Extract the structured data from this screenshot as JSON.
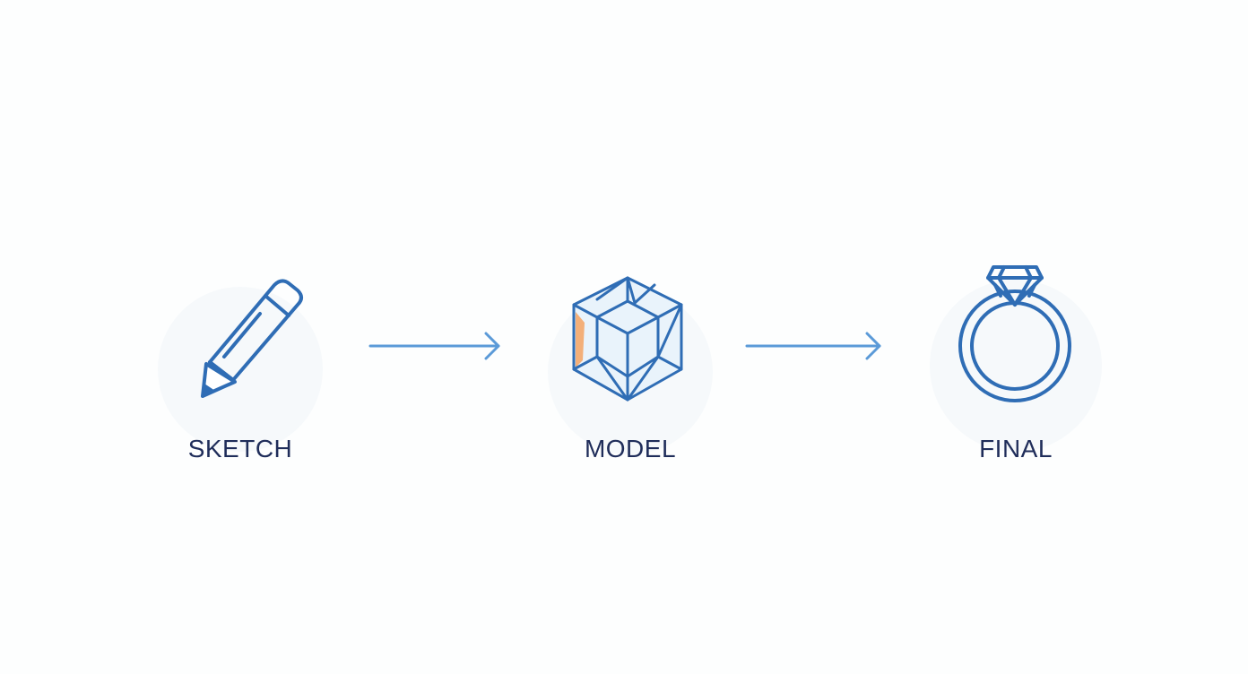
{
  "diagram": {
    "steps": [
      {
        "label": "SKETCH",
        "icon": "pencil-icon"
      },
      {
        "label": "MODEL",
        "icon": "wireframe-gem-icon"
      },
      {
        "label": "FINAL",
        "icon": "diamond-ring-icon"
      }
    ],
    "colors": {
      "stroke": "#2f6db5",
      "arrow": "#5b9ad8",
      "label": "#1f2d5a",
      "accent": "#f4a261",
      "halo": "#f4f8fb"
    }
  }
}
